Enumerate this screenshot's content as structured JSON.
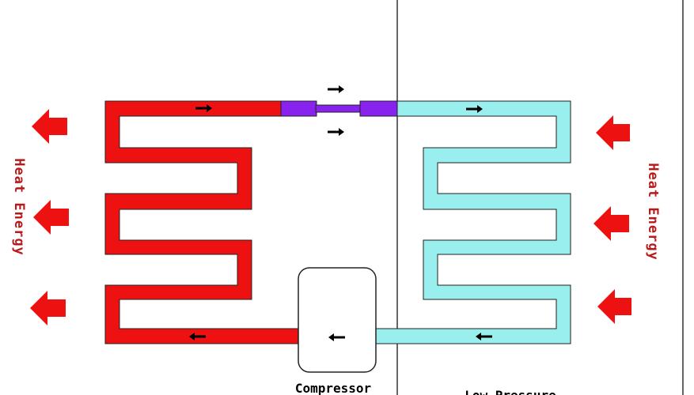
{
  "colors": {
    "hot_coil": "#ee1111",
    "cold_coil": "#99eeee",
    "valve": "#8822ee",
    "heat_arrow": "#ee1111",
    "heat_text": "#b81a1a",
    "outline": "#222222",
    "divider": "#333333",
    "flow_arrow": "#000000"
  },
  "labels": {
    "compressor": "Compressor",
    "heat_left": "Heat Energy",
    "heat_right": "Heat Energy",
    "bottom_left": "",
    "bottom_right": "Low Pressure"
  },
  "icons": {
    "flow_arrow_right": "arrow-right-icon",
    "flow_arrow_left": "arrow-left-icon",
    "heat_arrow_left": "big-arrow-left-icon"
  }
}
